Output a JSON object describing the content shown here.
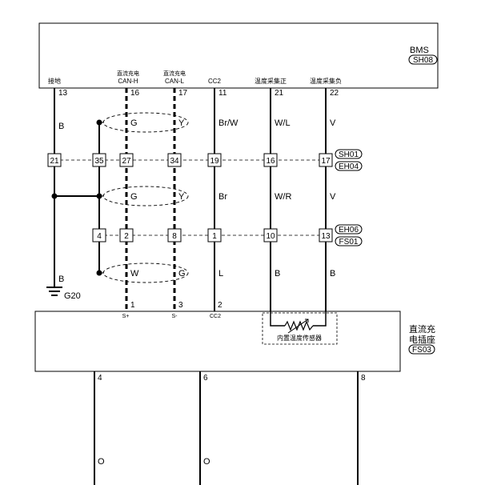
{
  "bms": {
    "name": "BMS",
    "code": "SH08"
  },
  "bms_terms": {
    "gnd": "接地",
    "can_h_top": "直流充电",
    "can_h": "CAN-H",
    "can_l_top": "直流充电",
    "can_l": "CAN-L",
    "cc2": "CC2",
    "temp_pos": "温度采集正",
    "temp_neg": "温度采集负"
  },
  "bms_pins": {
    "gnd": "13",
    "can_h": "16",
    "can_l": "17",
    "cc2": "11",
    "temp_pos": "21",
    "temp_neg": "22"
  },
  "wire_colors_upper": {
    "gnd": "B",
    "can_h": "G",
    "can_l": "Y",
    "cc2": "Br/W",
    "temp_pos": "W/L",
    "temp_neg": "V"
  },
  "row1_pins": {
    "p1": "21",
    "p2": "35",
    "p3": "27",
    "p4": "34",
    "p5": "19",
    "p6": "16",
    "p7": "17"
  },
  "row1_connectors": {
    "a": "SH01",
    "b": "EH04"
  },
  "wire_colors_mid": {
    "can_h": "G",
    "can_l": "Y",
    "cc2": "Br",
    "temp_pos": "W/R",
    "temp_neg": "V"
  },
  "row2_pins": {
    "p1": "4",
    "p2": "2",
    "p3": "8",
    "p4": "1",
    "p5": "10",
    "p6": "13"
  },
  "row2_connectors": {
    "a": "EH06",
    "b": "FS01"
  },
  "wire_colors_lower": {
    "gnd": "B",
    "can_h": "W",
    "can_l": "G",
    "cc2": "L",
    "temp_pos": "B",
    "temp_neg": "B"
  },
  "ground": {
    "name": "G20"
  },
  "socket_pins": {
    "s1": "1",
    "s3": "3",
    "cc2": "2"
  },
  "socket_terms": {
    "s1": "S+",
    "s3": "S-",
    "cc2": "CC2"
  },
  "sensor": {
    "label": "内置温度传感器"
  },
  "socket": {
    "line1": "直流充",
    "line2": "电插座",
    "code": "FS03"
  },
  "bottom_pins": {
    "p4": "4",
    "p6": "6",
    "p8": "8"
  },
  "bottom_colors": {
    "p4": "O",
    "p6": "O"
  }
}
